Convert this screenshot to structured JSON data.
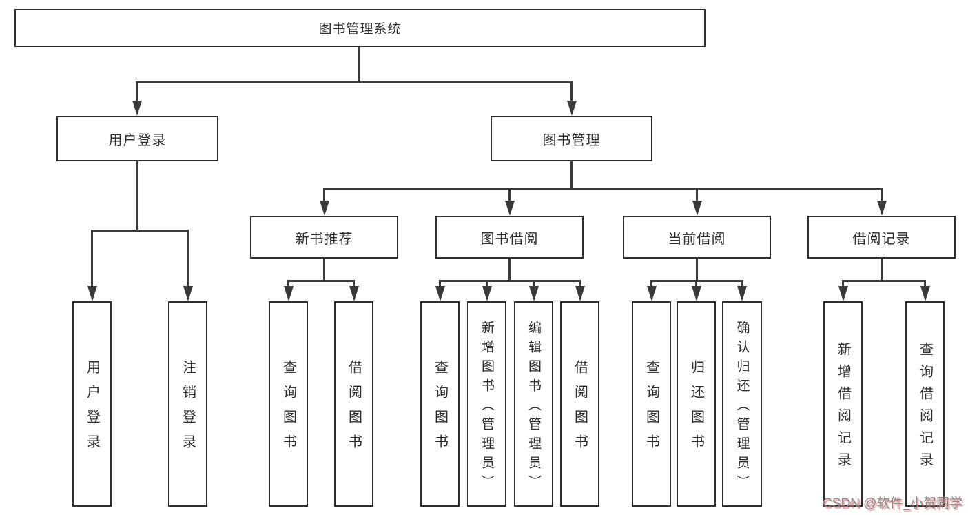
{
  "tree": {
    "root": "图书管理系统",
    "level2": [
      "用户登录",
      "图书管理"
    ],
    "level3": [
      "新书推荐",
      "图书借阅",
      "当前借阅",
      "借阅记录"
    ],
    "groups": {
      "user_login": [
        "用户登录",
        "注销登录"
      ],
      "new_book_recommend": [
        "查询图书",
        "借阅图书"
      ],
      "book_borrow": [
        "查询图书",
        "新增图书（管理员）",
        "编辑图书（管理员）",
        "借阅图书"
      ],
      "current_borrow": [
        "查询图书",
        "归还图书",
        "确认归还（管理员）"
      ],
      "borrow_record": [
        "新增借阅记录",
        "查询借阅记录"
      ]
    }
  },
  "watermark": {
    "text": "CSDN @软件_小贺同学"
  },
  "colors": {
    "background": "#ffffff",
    "line": "#3a3a3a",
    "box_border": "#2e2e2e",
    "text": "#2b2b2b",
    "watermark_text": "#8a8a8a",
    "watermark_shadow": "#de6e6e"
  }
}
